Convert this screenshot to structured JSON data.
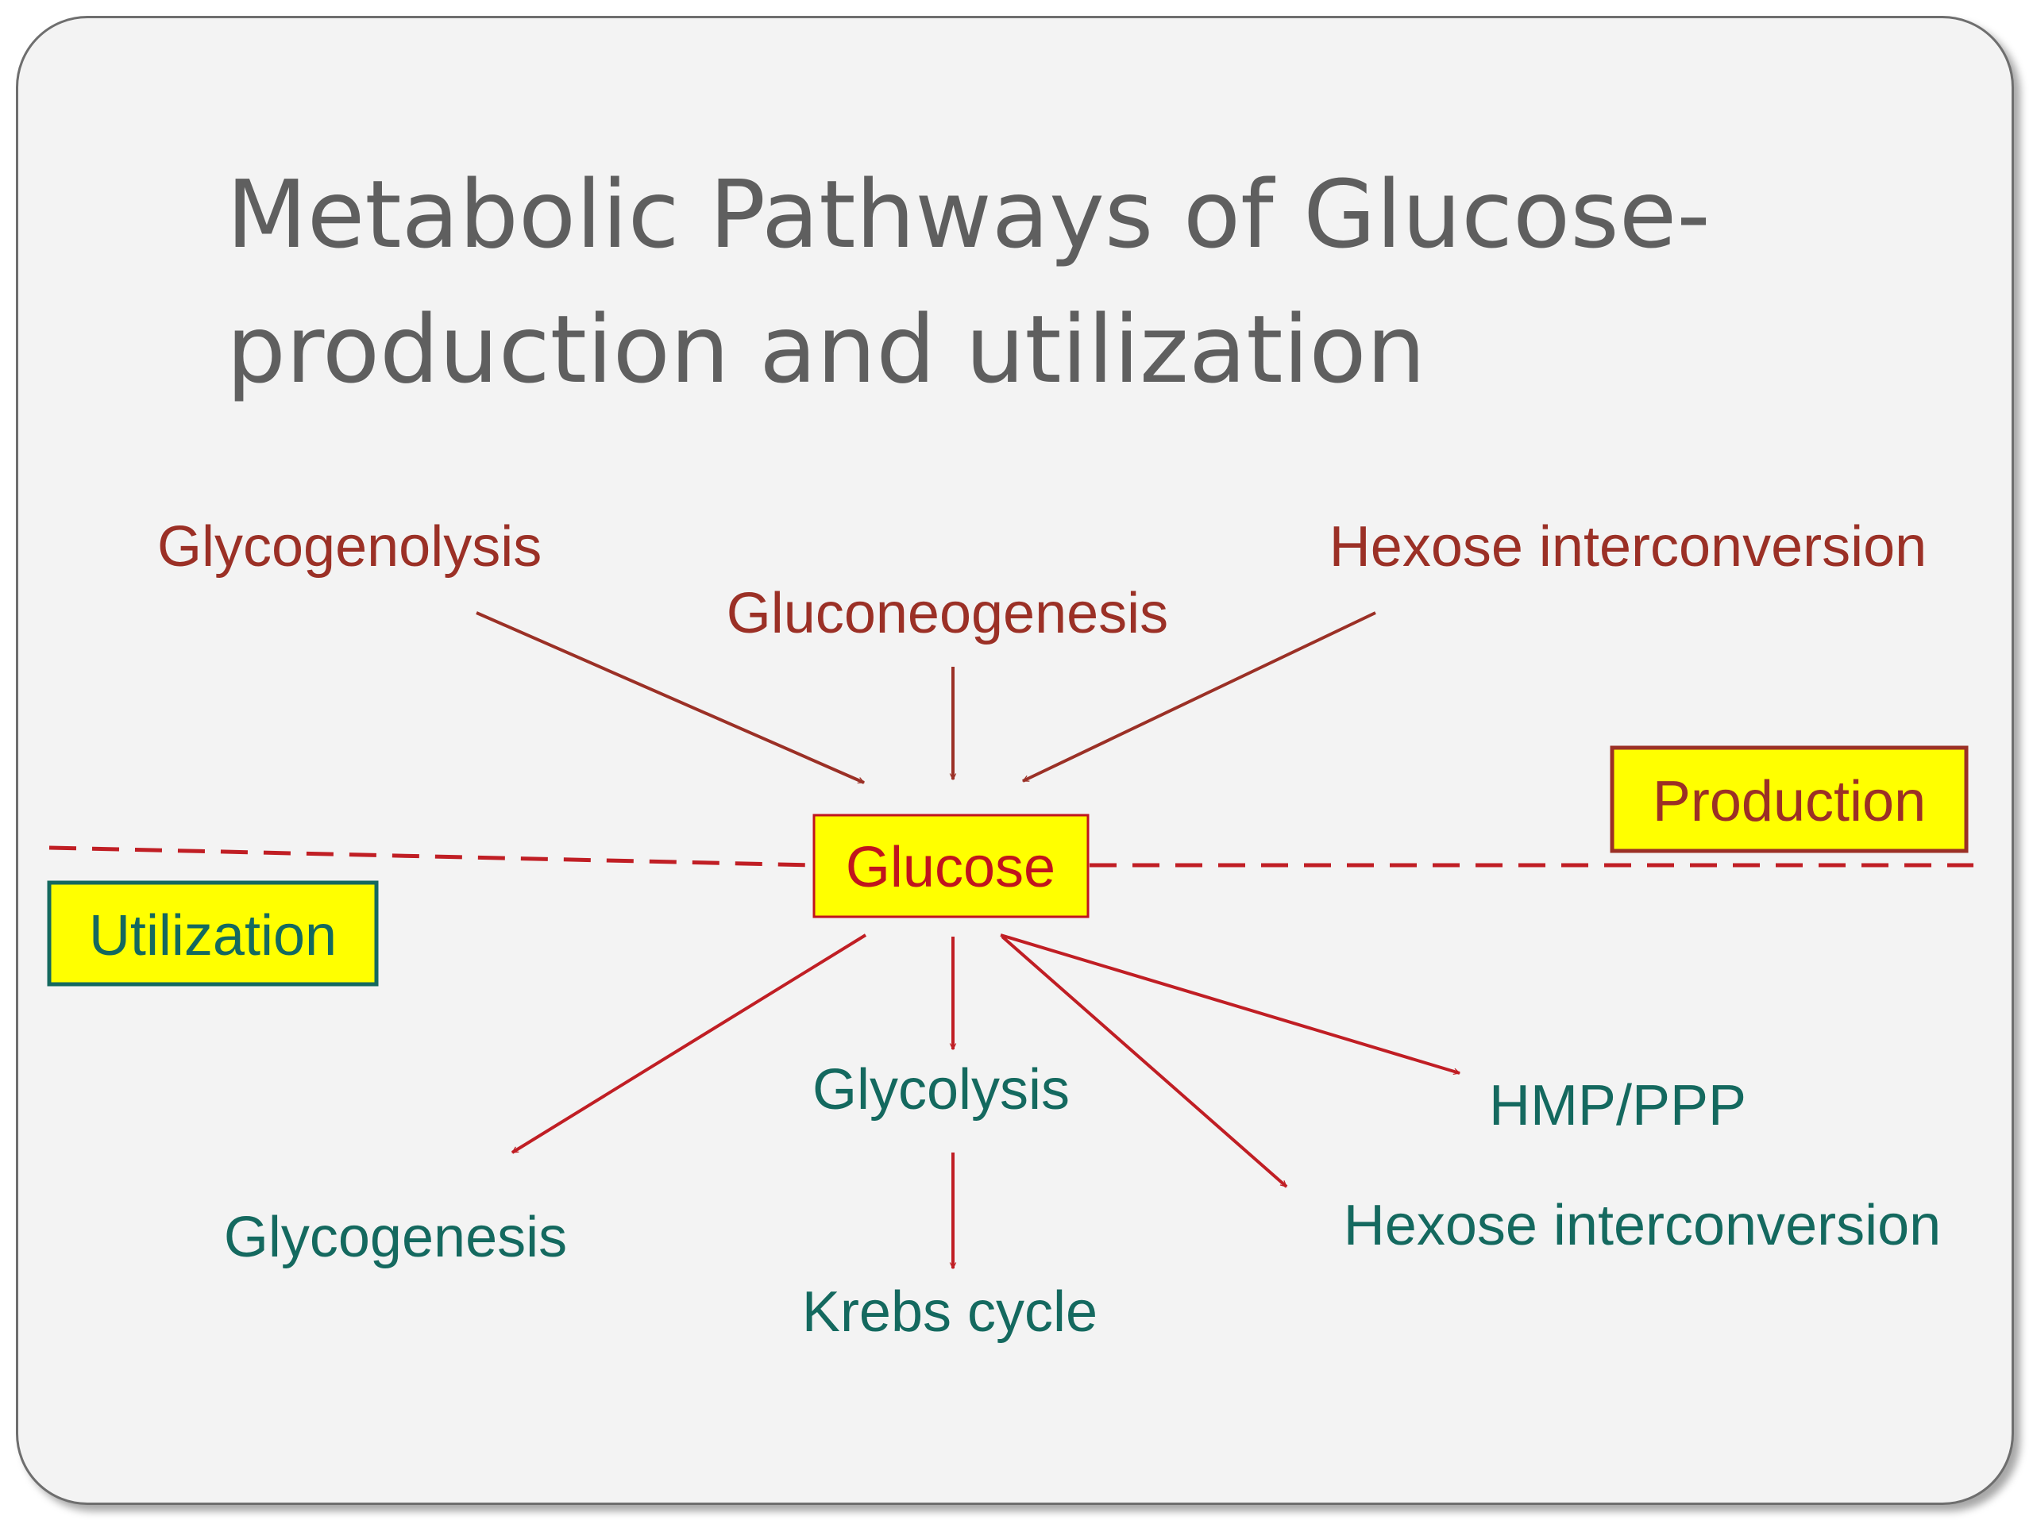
{
  "title": {
    "line1": "Metabolic Pathways of Glucose-",
    "line2": "production and utilization"
  },
  "center": {
    "label": "Glucose"
  },
  "production": {
    "label": "Production",
    "sources": {
      "glycogenolysis": "Glycogenolysis",
      "gluconeogenesis": "Gluconeogenesis",
      "hexose_interconversion": "Hexose interconversion"
    }
  },
  "utilization": {
    "label": "Utilization",
    "targets": {
      "glycogenesis": "Glycogenesis",
      "glycolysis": "Glycolysis",
      "krebs_cycle": "Krebs cycle",
      "hmp_ppp": "HMP/PPP",
      "hexose_interconversion": "Hexose interconversion"
    }
  },
  "colors": {
    "production_text": "#9b3026",
    "production_arrow": "#9b3026",
    "utilization_text": "#14695f",
    "utilization_arrow": "#c01e24",
    "box_fill": "#ffff00",
    "glucose_text": "#c0141e",
    "dashed_line": "#c01e24",
    "title_text": "#5f5f5f"
  }
}
